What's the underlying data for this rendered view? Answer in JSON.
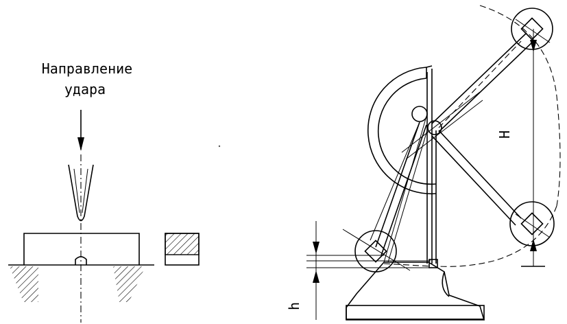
{
  "labels": {
    "impact_direction_line1": "Направление",
    "impact_direction_line2": "удара",
    "height_H": "H",
    "height_h": "h"
  }
}
